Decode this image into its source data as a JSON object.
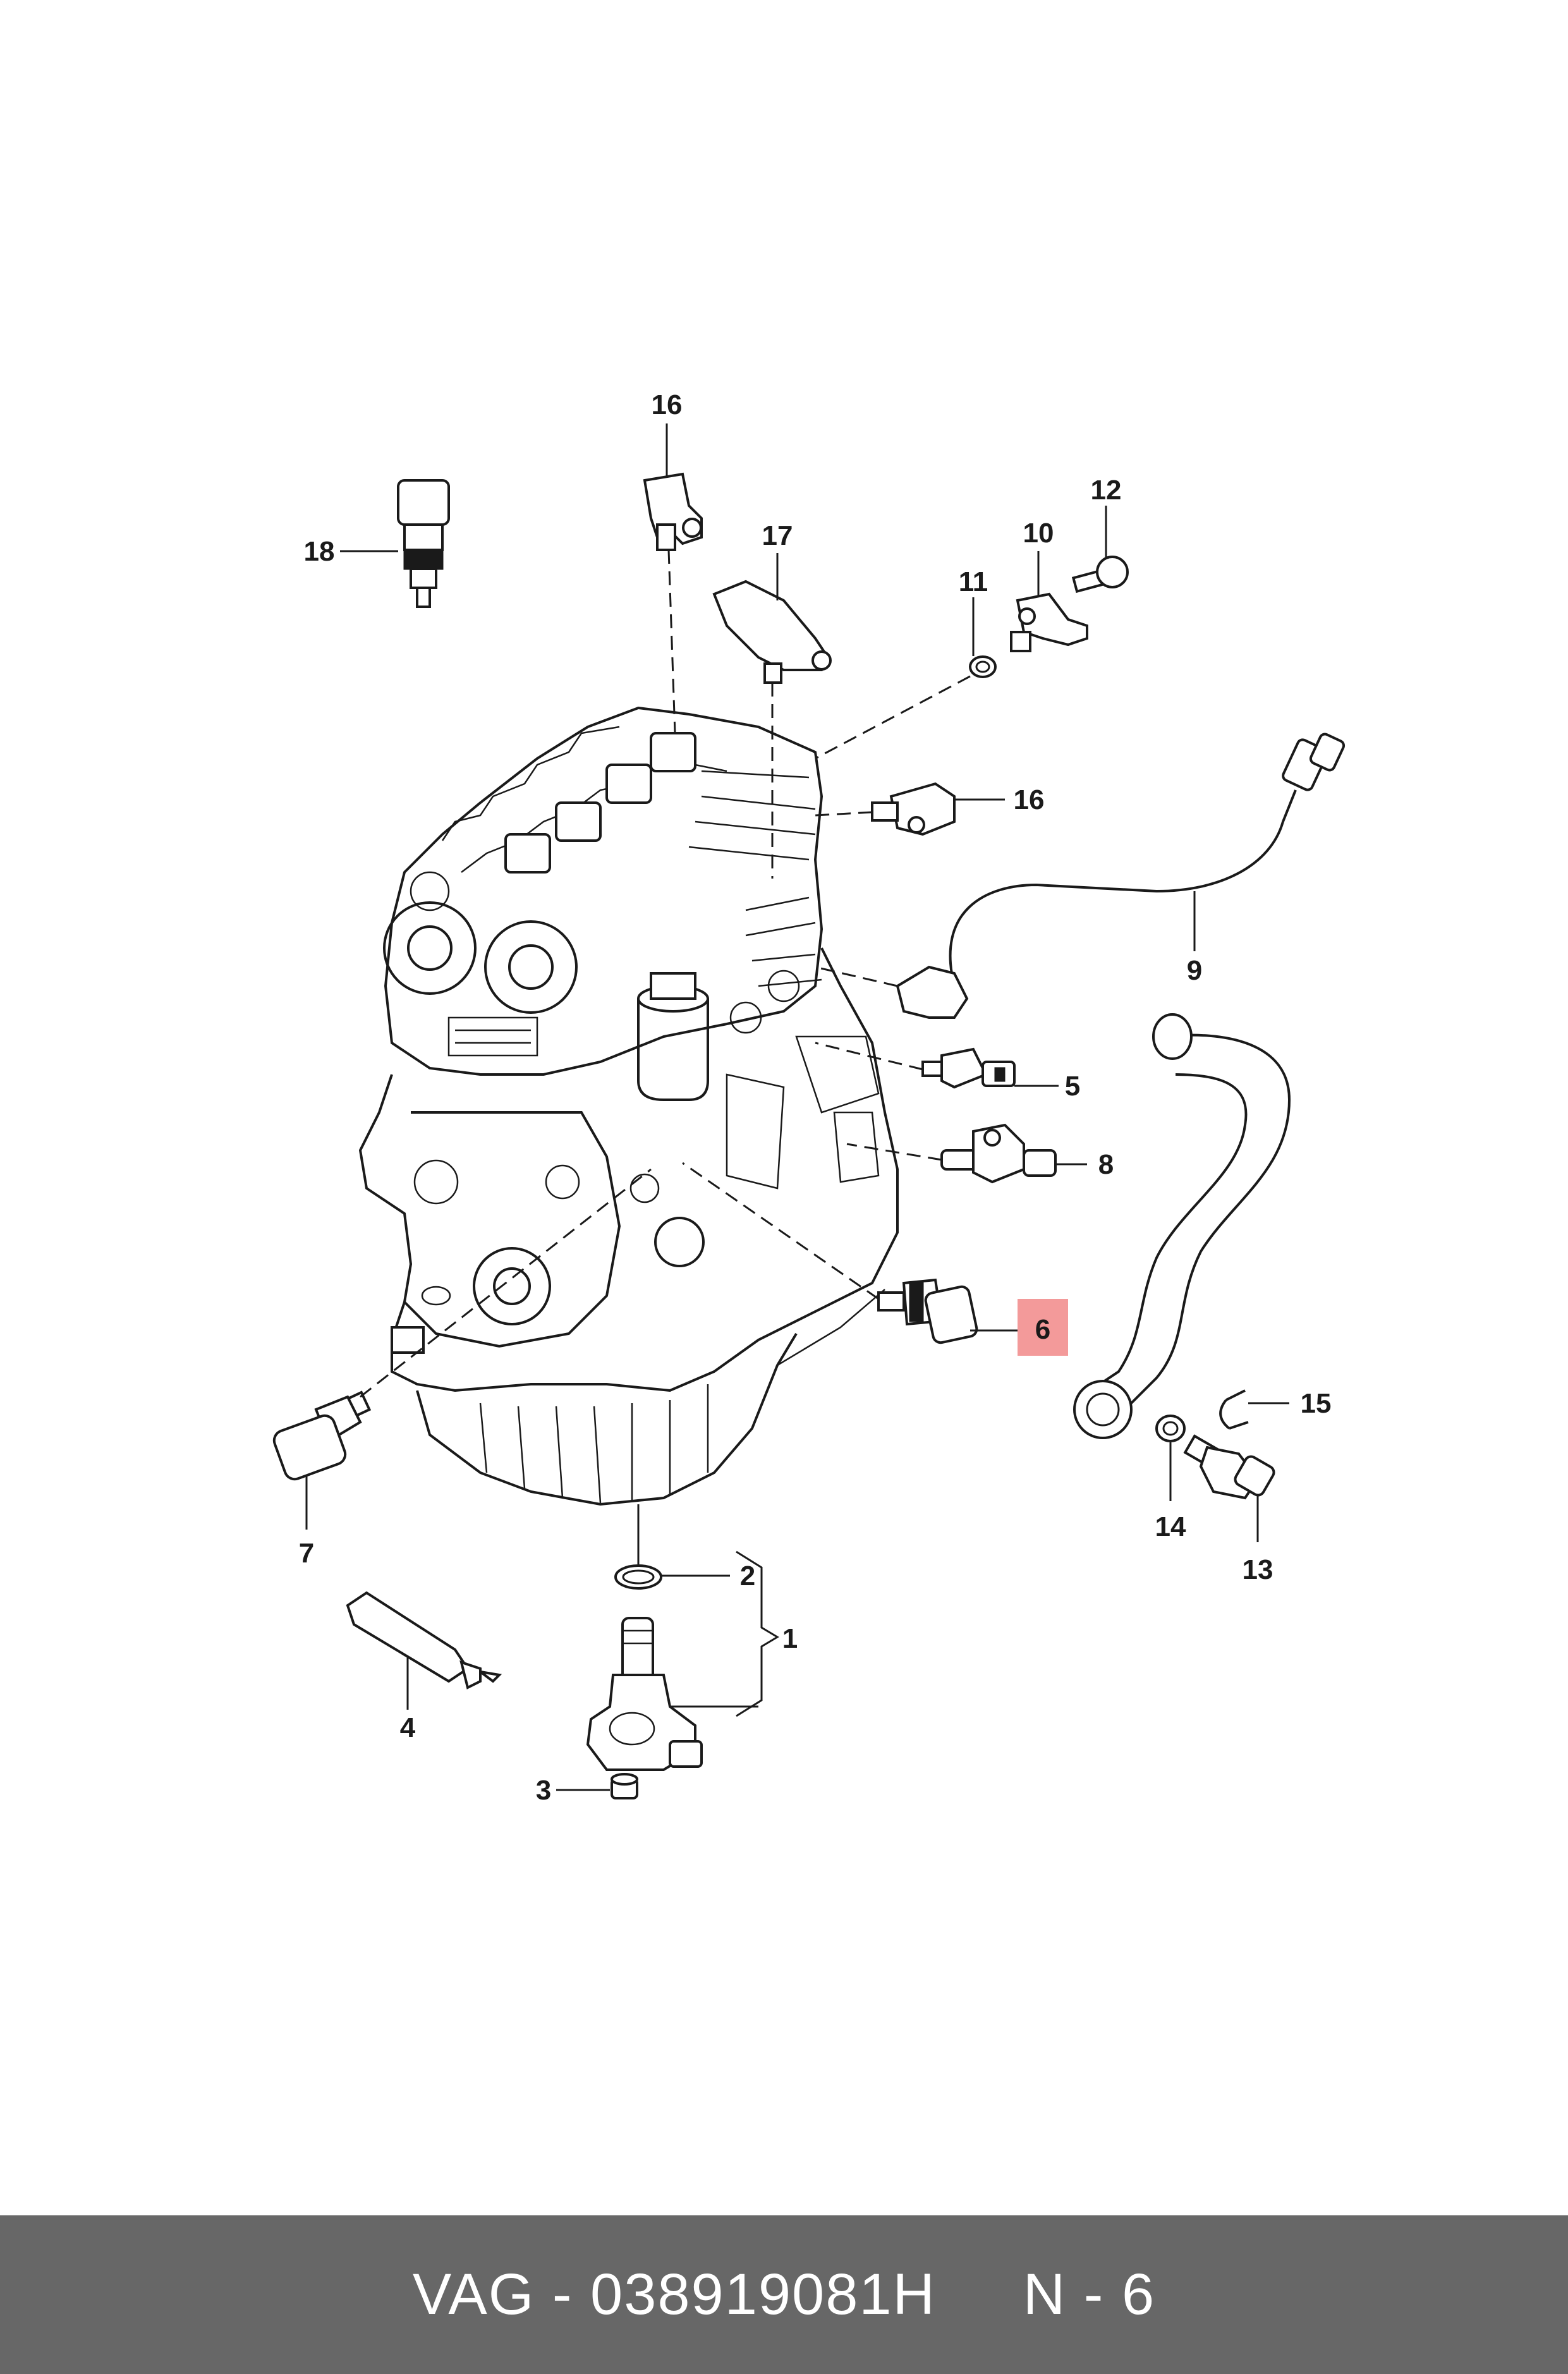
{
  "diagram": {
    "callouts": [
      "1",
      "2",
      "3",
      "4",
      "5",
      "6",
      "7",
      "8",
      "9",
      "10",
      "11",
      "12",
      "13",
      "14",
      "15",
      "16",
      "16",
      "17",
      "18"
    ],
    "highlight_color": "#f39a9a",
    "highlighted_callout": "6"
  },
  "footer": {
    "text": "VAG - 038919081H     N - 6",
    "background": "#676767"
  }
}
